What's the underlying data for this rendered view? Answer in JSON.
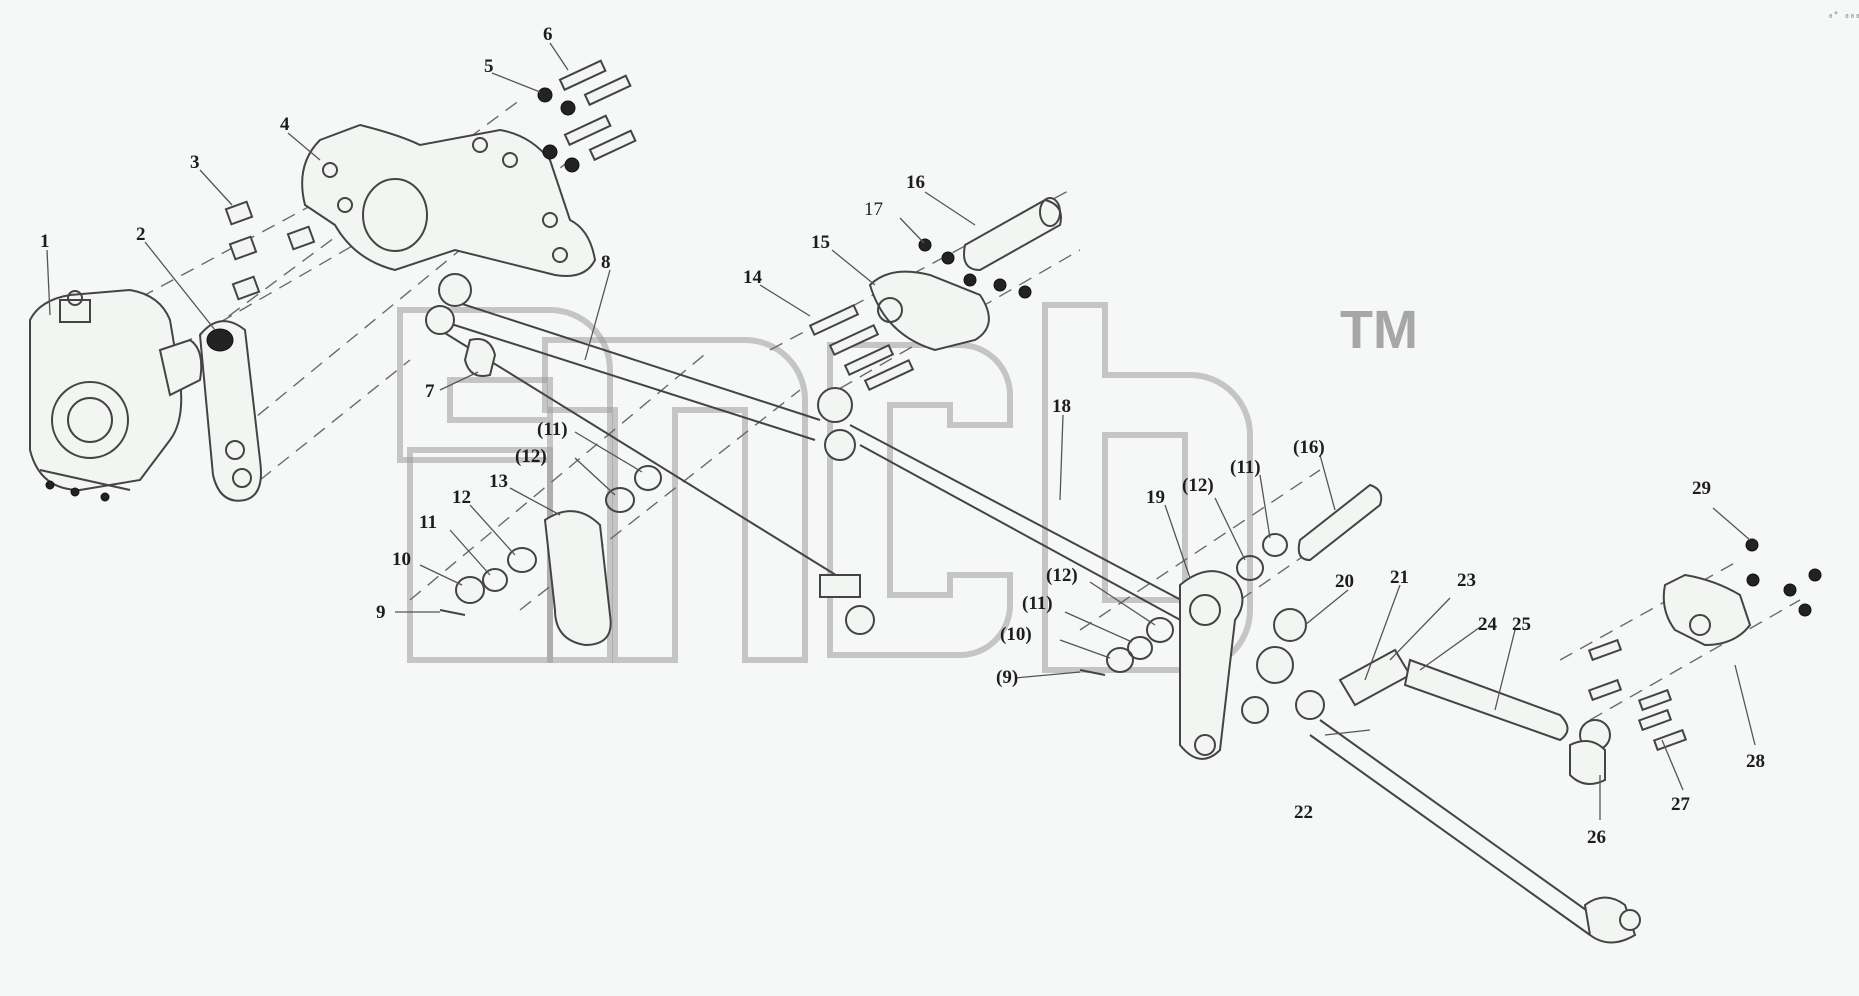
{
  "diagram": {
    "labels": {
      "l1": "1",
      "l2": "2",
      "l3": "3",
      "l4": "4",
      "l5": "5",
      "l6": "6",
      "l7": "7",
      "l8": "8",
      "l9": "9",
      "l10": "10",
      "l11": "11",
      "l12": "12",
      "l13": "13",
      "l14": "14",
      "l15": "15",
      "l16": "16",
      "l17": "17",
      "l18": "18",
      "l19": "19",
      "l20": "20",
      "l21": "21",
      "l22": "22",
      "l23": "23",
      "l24": "24",
      "l25": "25",
      "l26": "26",
      "l27": "27",
      "l28": "28",
      "l29": "29",
      "p9": "(9)",
      "p10": "(10)",
      "p11a": "(11)",
      "p11b": "(11)",
      "p11c": "(11)",
      "p12a": "(12)",
      "p12b": "(12)",
      "p12c": "(12)",
      "p16": "(16)"
    },
    "watermark": {
      "tm": "TM"
    },
    "corner_mark": "₀° ₀₀₀"
  }
}
